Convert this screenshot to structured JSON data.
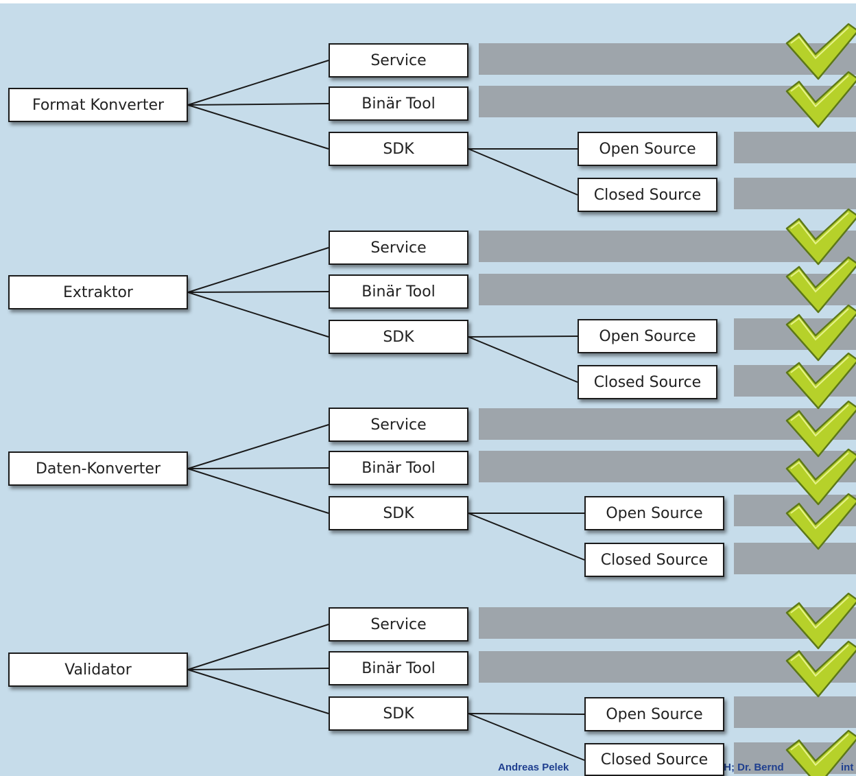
{
  "colors": {
    "background": "#c6dcea",
    "bar": "#9ea5ab",
    "node_border": "#1a1a1a",
    "check_fill": "#b6d12a",
    "check_stroke": "#5d7818",
    "footer_text": "#1f3f8f"
  },
  "icons": {
    "check": "check-mark-icon"
  },
  "groups": [
    {
      "root": "Format Konverter",
      "children": [
        "Service",
        "Binär Tool",
        "SDK"
      ],
      "sdk_children": [
        "Open Source",
        "Closed Source"
      ]
    },
    {
      "root": "Extraktor",
      "children": [
        "Service",
        "Binär Tool",
        "SDK"
      ],
      "sdk_children": [
        "Open Source",
        "Closed Source"
      ]
    },
    {
      "root": "Daten-Konverter",
      "children": [
        "Service",
        "Binär Tool",
        "SDK"
      ],
      "sdk_children": [
        "Open Source",
        "Closed Source"
      ]
    },
    {
      "root": "Validator",
      "children": [
        "Service",
        "Binär Tool",
        "SDK"
      ],
      "sdk_children": [
        "Open Source",
        "Closed Source"
      ]
    }
  ],
  "footer": {
    "part1": "Andreas Pelek",
    "part2": "bH; Dr. Bernd",
    "part3": "int"
  }
}
